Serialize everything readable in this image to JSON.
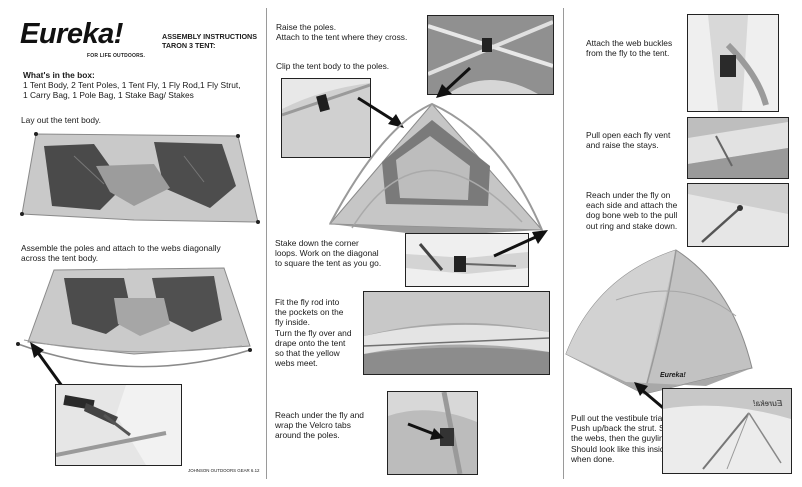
{
  "brand": {
    "logo_text": "Eureka!",
    "tagline": "FOR LIFE OUTDOORS."
  },
  "header": {
    "line1": "ASSEMBLY INSTRUCTIONS",
    "line2": "TARON 3 TENT:"
  },
  "box_contents": {
    "heading": "What's in the box:",
    "line1": "1 Tent Body, 2 Tent Poles, 1 Tent Fly, 1 Fly Rod,1 Fly Strut,",
    "line2": "1 Carry Bag, 1 Pole Bag, 1 Stake Bag/ Stakes"
  },
  "steps": {
    "lay_out": "Lay out the tent body.",
    "assemble_l1": "Assemble the poles and attach to the webs diagonally",
    "assemble_l2": "across the tent body.",
    "raise_l1": "Raise the poles.",
    "raise_l2": "Attach to the tent where they cross.",
    "clip": "Clip the tent body to the poles.",
    "stake_l1": "Stake down the corner",
    "stake_l2": "loops. Work on the diagonal",
    "stake_l3": "to square the tent as you go.",
    "flyrod_l1": "Fit the fly rod into",
    "flyrod_l2": "the pockets on the",
    "flyrod_l3": "fly inside.",
    "flyrod_l4": "Turn the fly over and",
    "flyrod_l5": "drape onto the tent",
    "flyrod_l6": "so that the yellow",
    "flyrod_l7": "webs meet.",
    "velcro_l1": "Reach under the fly and",
    "velcro_l2": "wrap the Velcro tabs",
    "velcro_l3": "around the poles.",
    "buckles_l1": "Attach the web buckles",
    "buckles_l2": "from the fly to the tent.",
    "vent_l1": "Pull open each fly vent",
    "vent_l2": "and raise the stays.",
    "dogbone_l1": "Reach under the fly on",
    "dogbone_l2": "each side and attach the",
    "dogbone_l3": "dog bone web to the pull",
    "dogbone_l4": "out ring and stake down.",
    "vestibule_l1": "Pull out the vestibule triangle.",
    "vestibule_l2": "Push up/back the strut. Stake",
    "vestibule_l3": "the webs, then the guyline.",
    "vestibule_l4": "Should look like this inside",
    "vestibule_l5": "when done."
  },
  "footer": {
    "code": "JOHNSON OUTDOORS GEAR 6.12"
  },
  "tent_logo": "Eureka!"
}
